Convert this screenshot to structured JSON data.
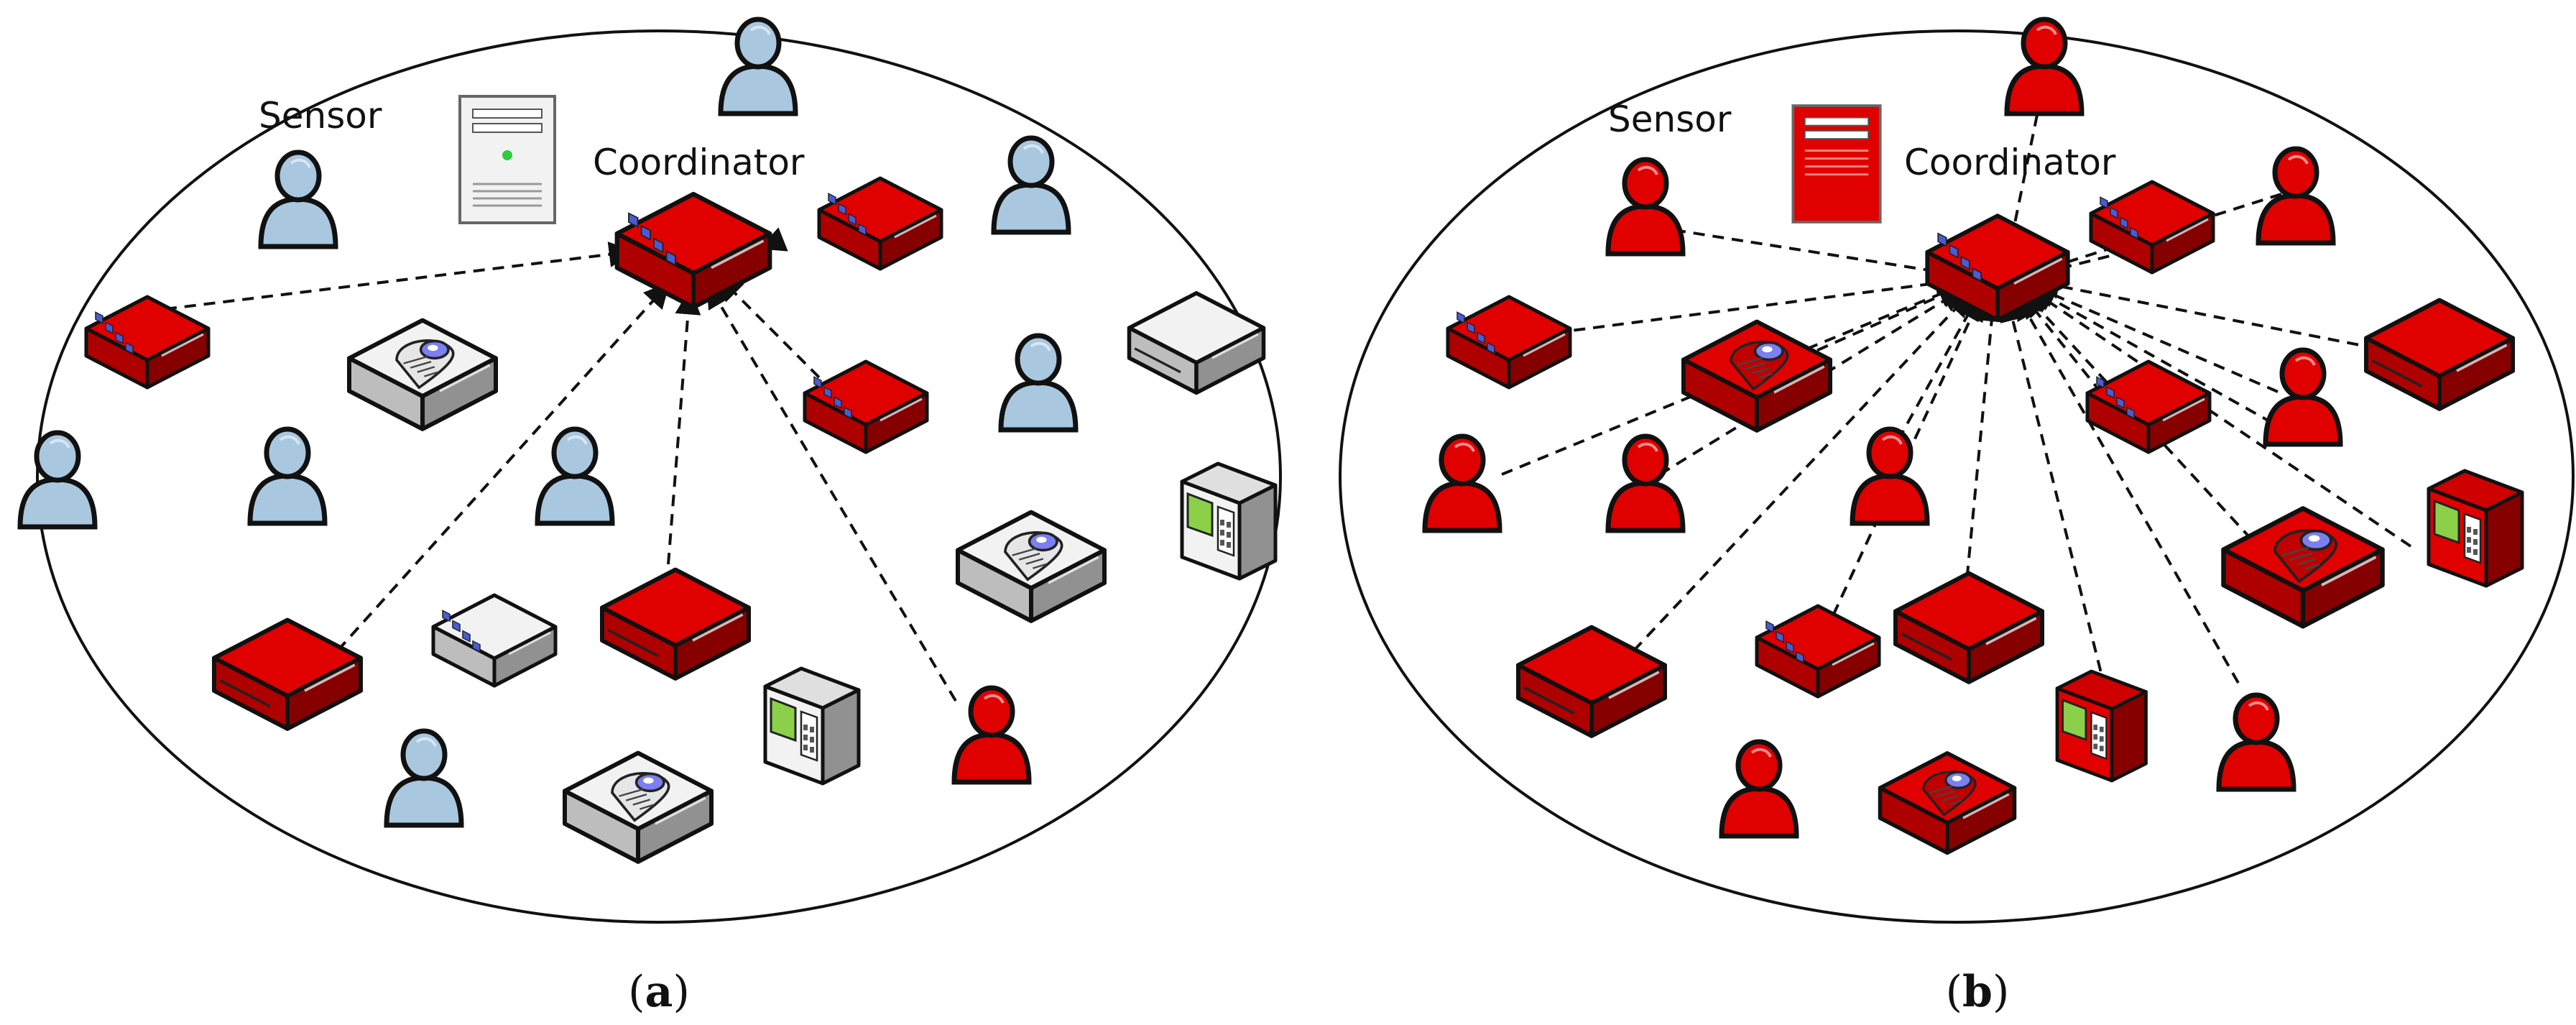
{
  "colors": {
    "active": "#e00000",
    "active_dark": "#8a0000",
    "sensor_idle": "#a9c7df",
    "device_idle": "#f2f2f2",
    "outline": "#111111",
    "link": "#111111"
  },
  "panels": [
    {
      "sensor_label": "Sensor",
      "coordinator_label": "Coordinator",
      "caption_open": "(",
      "caption_letter": "a",
      "caption_close": ")"
    },
    {
      "sensor_label": "Sensor",
      "coordinator_label": "Coordinator",
      "caption_open": "(",
      "caption_letter": "b",
      "caption_close": ")"
    }
  ],
  "icons": {
    "sensor": "person-sensor-icon",
    "router": "network-router-icon",
    "location_node": "location-pin-device-icon",
    "meter": "smart-meter-icon",
    "server": "server-icon",
    "coordinator": "coordinator-hub-icon"
  }
}
